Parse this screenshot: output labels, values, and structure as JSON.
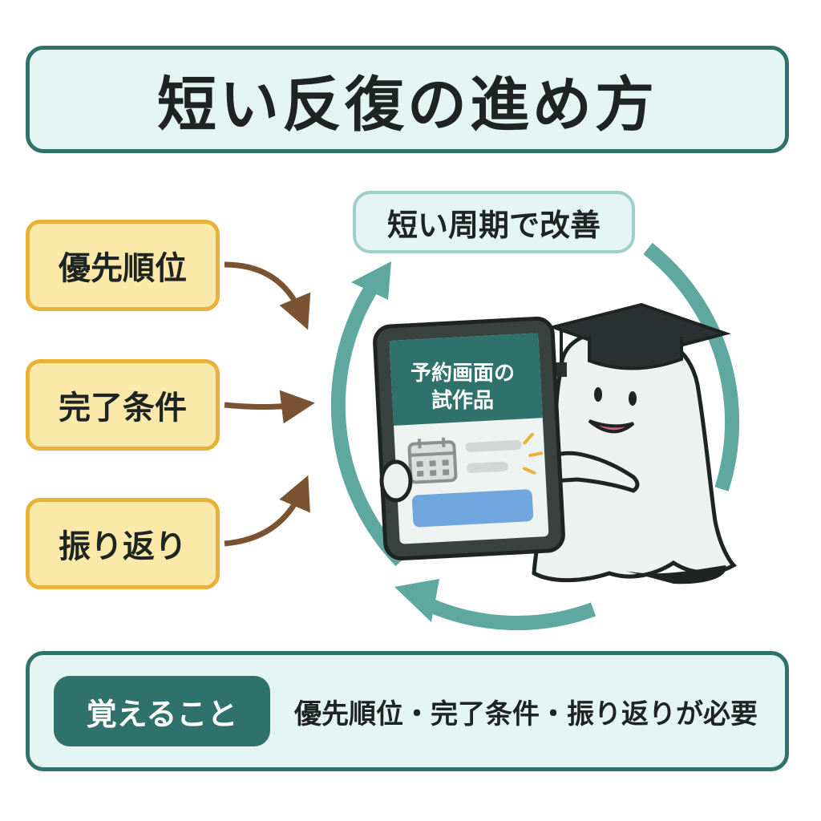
{
  "title": "短い反復の進め方",
  "cycle": {
    "label": "短い周期で改善"
  },
  "inputs": [
    {
      "label": "優先順位"
    },
    {
      "label": "完了条件"
    },
    {
      "label": "振り返り"
    }
  ],
  "tablet": {
    "screen_title_line1": "予約画面の",
    "screen_title_line2": "試作品",
    "icons": [
      "calendar-icon",
      "sparkle-icon"
    ]
  },
  "summary": {
    "badge": "覚えること",
    "text": "優先順位・完了条件・振り返りが必要"
  },
  "colors": {
    "teal_dark": "#2f716b",
    "teal_light": "#e4f4f2",
    "teal_arrow": "#5ea8a0",
    "yellow_fill": "#fbe9a9",
    "yellow_border": "#e8b23a",
    "brown_arrow": "#7a5432",
    "blue_button": "#6fa6dd"
  }
}
